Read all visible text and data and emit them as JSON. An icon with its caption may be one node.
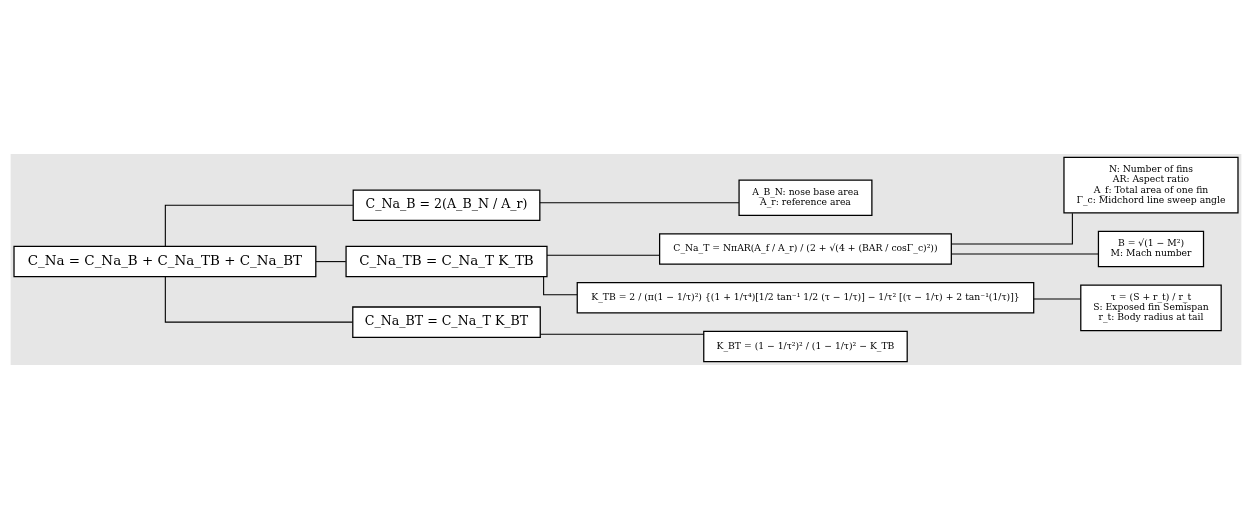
{
  "diagram": {
    "nodes": [
      {
        "text": [
          "C_Na = C_Na_B + C_Na_TB + C_Na_BT"
        ]
      },
      {
        "text": [
          "C_Na_B = 2(A_B_N / A_r)"
        ]
      },
      {
        "text": [
          "A_B_N: nose base area",
          "A_r: reference area"
        ]
      },
      {
        "text": [
          "C_Na_TB = C_Na_T K_TB"
        ]
      },
      {
        "text": [
          "C_Na_T = NπAR(A_f / A_r) / (2 + √(4 + (BAR / cosΓ_c)²))"
        ]
      },
      {
        "text": [
          "N: Number of fins",
          "AR: Aspect ratio",
          "A_f: Total area of one fin",
          "Γ_c: Midchord line sweep angle"
        ]
      },
      {
        "text": [
          "B = √(1 − M²)",
          "M: Mach number"
        ]
      },
      {
        "text": [
          "K_TB = 2 / (π(1 − 1/τ)²) {(1 + 1/τ⁴)[1/2 tan⁻¹ 1/2 (τ − 1/τ)] − 1/τ² [(τ − 1/τ) + 2 tan⁻¹(1/τ)]}"
        ]
      },
      {
        "text": [
          "τ = (S + r_t) / r_t",
          "S: Exposed fin Semispan",
          "r_t: Body radius at tail"
        ]
      },
      {
        "text": [
          "C_Na_BT = C_Na_T K_BT"
        ]
      },
      {
        "text": [
          "K_BT = (1 − 1/τ²)² / (1 − 1/τ)² − K_TB"
        ]
      }
    ],
    "edges": [
      {
        "from": 0,
        "to": 1,
        "arrow": "none"
      },
      {
        "from": 0,
        "to": 3,
        "arrow": "none"
      },
      {
        "from": 0,
        "to": 9,
        "arrow": "none"
      },
      {
        "from": 1,
        "to": 2,
        "arrow": "none"
      },
      {
        "from": 3,
        "to": 4,
        "arrow": "none"
      },
      {
        "from": 3,
        "to": 7,
        "arrow": "none"
      },
      {
        "from": 4,
        "to": 5,
        "arrow": "none"
      },
      {
        "from": 4,
        "to": 6,
        "arrow": "none"
      },
      {
        "from": 7,
        "to": 8,
        "arrow": "none"
      },
      {
        "from": 9,
        "to": 10,
        "arrow": "none"
      }
    ]
  }
}
